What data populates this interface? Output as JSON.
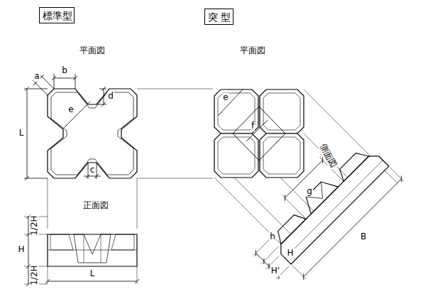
{
  "diagram": {
    "nodes": [
      {
        "text": [
          "標準型"
        ]
      },
      {
        "text": [
          "突 型"
        ]
      }
    ],
    "labels": [
      "平面図",
      "平面図",
      "正面図",
      "側面図",
      "a",
      "b",
      "d",
      "e",
      "c",
      "L",
      "1/2H",
      "H",
      "1/2H",
      "L",
      "e",
      "f",
      "g",
      "h",
      "H",
      "H'",
      "B"
    ]
  }
}
